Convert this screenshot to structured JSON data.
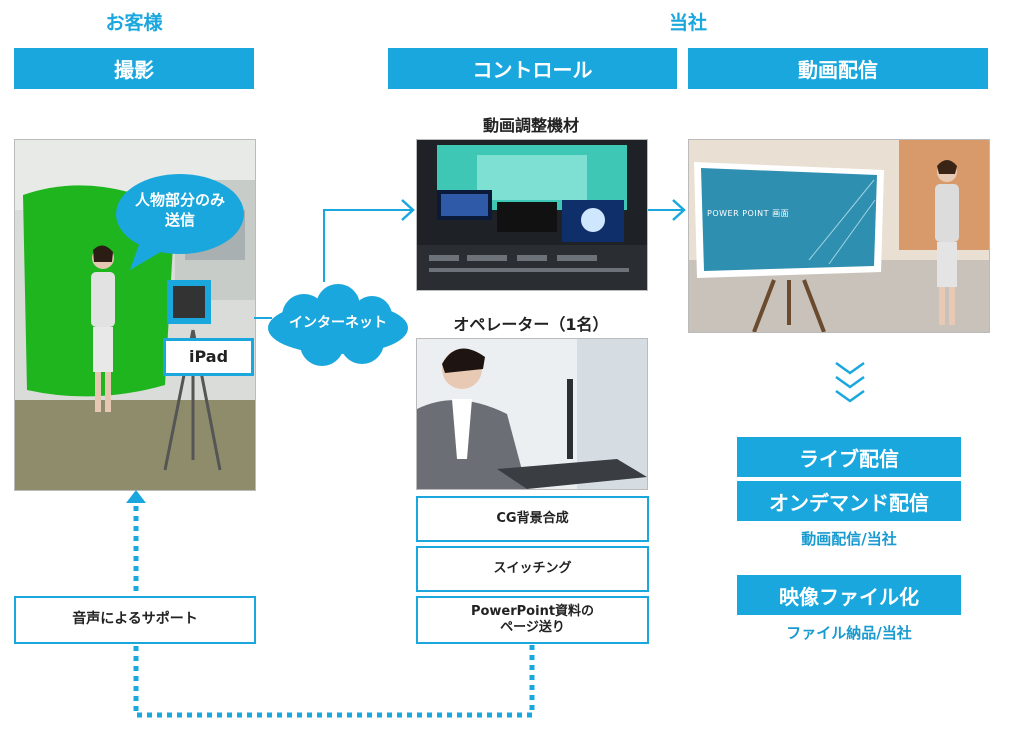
{
  "columns": {
    "customer": {
      "title": "お客様",
      "header": "撮影"
    },
    "company": {
      "title": "当社"
    },
    "control": {
      "header": "コントロール"
    },
    "delivery": {
      "header": "動画配信"
    }
  },
  "shoot": {
    "bubble_text": "人物部分のみ\n送信",
    "ipad_label": "iPad"
  },
  "cloud_label": "インターネット",
  "control": {
    "equipment_title": "動画調整機材",
    "operator_title": "オペレーター（1名）",
    "tasks": [
      "CG背景合成",
      "スイッチング",
      "PowerPoint資料の\nページ送り"
    ]
  },
  "delivery": {
    "screen_title": "POWER POINT 画面",
    "live_label": "ライブ配信",
    "ondemand_label": "オンデマンド配信",
    "streaming_note": "動画配信/当社",
    "file_label": "映像ファイル化",
    "file_note": "ファイル納品/当社"
  },
  "support_label": "音声によるサポート",
  "colors": {
    "accent": "#1aa7dd",
    "greenscreen": "#1fb51f"
  }
}
